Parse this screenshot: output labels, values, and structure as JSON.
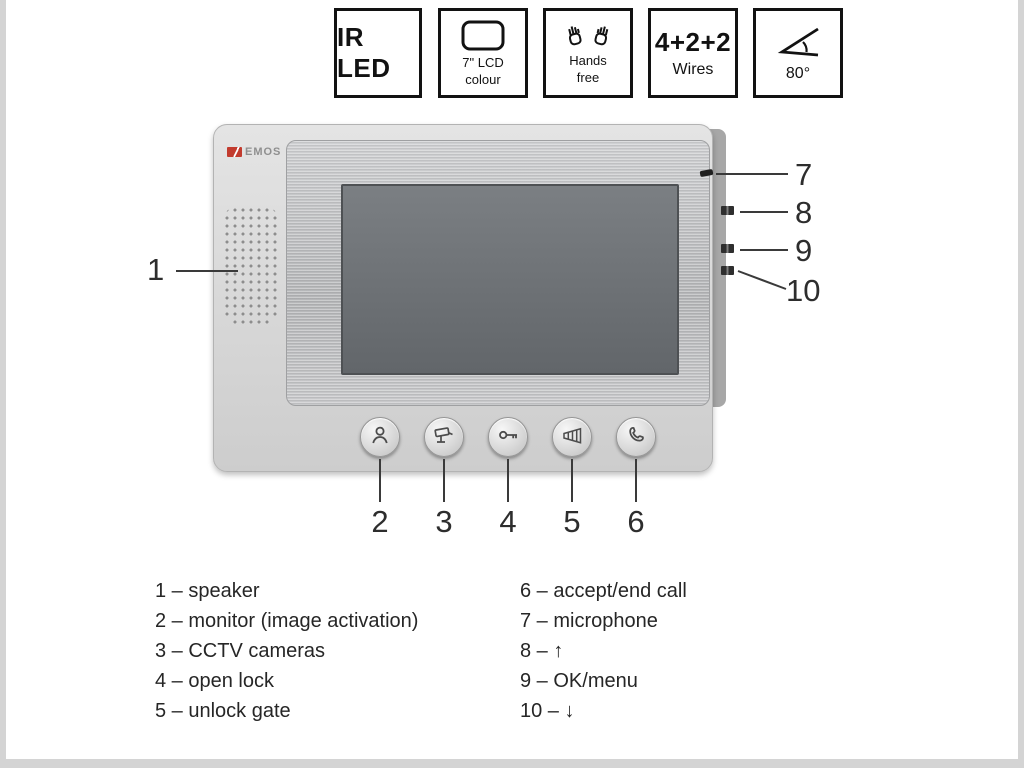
{
  "badges": [
    {
      "title": "IR LED"
    },
    {
      "icon": "lcd-screen-icon",
      "line1": "7\" LCD",
      "line2": "colour"
    },
    {
      "icon": "hands-free-icon",
      "line1": "Hands",
      "line2": "free"
    },
    {
      "title": "4+2+2",
      "sub": "Wires"
    },
    {
      "icon": "viewing-angle-icon",
      "sub": "80°"
    }
  ],
  "device": {
    "brand": "EMOS",
    "buttons": [
      {
        "icon": "person-icon"
      },
      {
        "icon": "cctv-camera-icon"
      },
      {
        "icon": "key-icon"
      },
      {
        "icon": "gate-icon"
      },
      {
        "icon": "phone-handset-icon"
      }
    ]
  },
  "callouts": {
    "n1": "1",
    "n2": "2",
    "n3": "3",
    "n4": "4",
    "n5": "5",
    "n6": "6",
    "n7": "7",
    "n8": "8",
    "n9": "9",
    "n10": "10"
  },
  "legend": {
    "left": [
      "1 – speaker",
      "2 – monitor (image activation)",
      "3 – CCTV cameras",
      "4 – open lock",
      "5 – unlock gate"
    ],
    "right": [
      "6 – accept/end call",
      "7 – microphone",
      "8 – ↑",
      "9 – OK/menu",
      "10 – ↓"
    ]
  },
  "colors": {
    "accent_red": "#c23b2e",
    "line": "#3a3a3a"
  }
}
